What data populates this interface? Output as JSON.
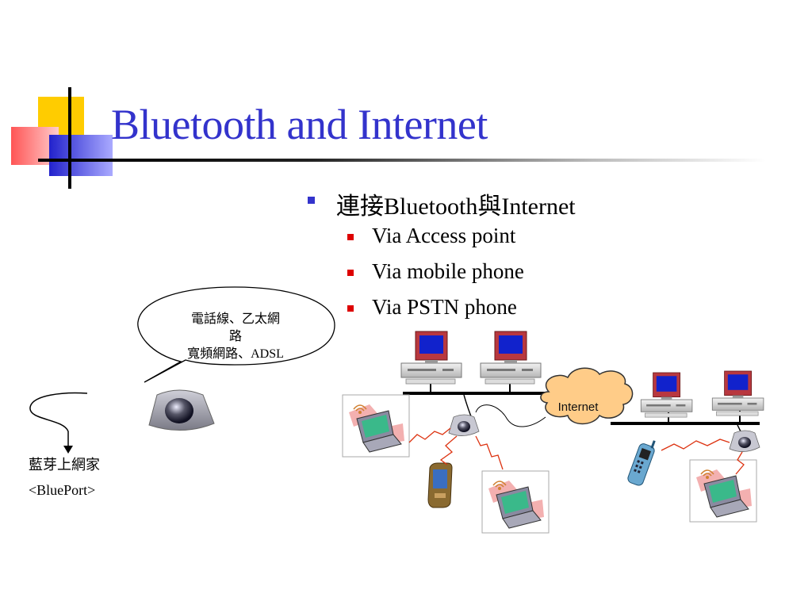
{
  "slide": {
    "title": "Bluetooth and Internet",
    "bullets": [
      {
        "text": "連接Bluetooth與Internet",
        "children": [
          "Via Access point",
          "Via mobile phone",
          "Via PSTN phone"
        ]
      }
    ]
  },
  "callout": {
    "line1": "電話線、乙太網",
    "line2": "路",
    "line3": "寬頻網路、ADSL"
  },
  "device_label": {
    "name": "藍芽上網家",
    "model": "<BluePort>"
  },
  "diagram": {
    "cloud_label": "Internet",
    "colors": {
      "title": "#3333cc",
      "bullet_primary": "#3333cc",
      "bullet_secondary": "#dd0000",
      "cloud": "#ffcc88",
      "wireless_link": "#dd3311"
    }
  }
}
